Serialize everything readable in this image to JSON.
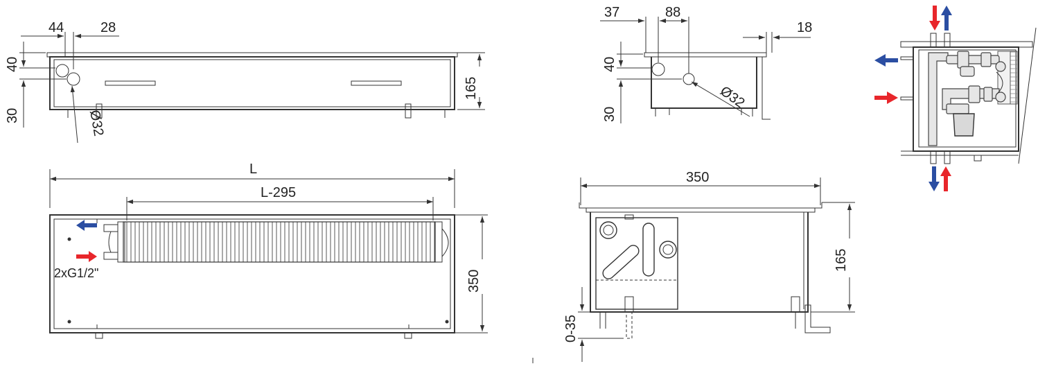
{
  "colors": {
    "supply": "#e8262b",
    "return": "#2b4ea2",
    "line": "#333333"
  },
  "labels": {
    "d44": "44",
    "d28": "28",
    "d40_left": "40",
    "d30_left": "30",
    "d165_top": "165",
    "dia32_left": "Ø32",
    "L": "L",
    "L295": "L-295",
    "d350_side": "350",
    "thread": "2xG1/2\"",
    "d37": "37",
    "d88": "88",
    "d18": "18",
    "d40_mid": "40",
    "d30_mid": "30",
    "dia32_mid": "Ø32",
    "d350_cross": "350",
    "d165_cross": "165",
    "adj": "0-35"
  }
}
